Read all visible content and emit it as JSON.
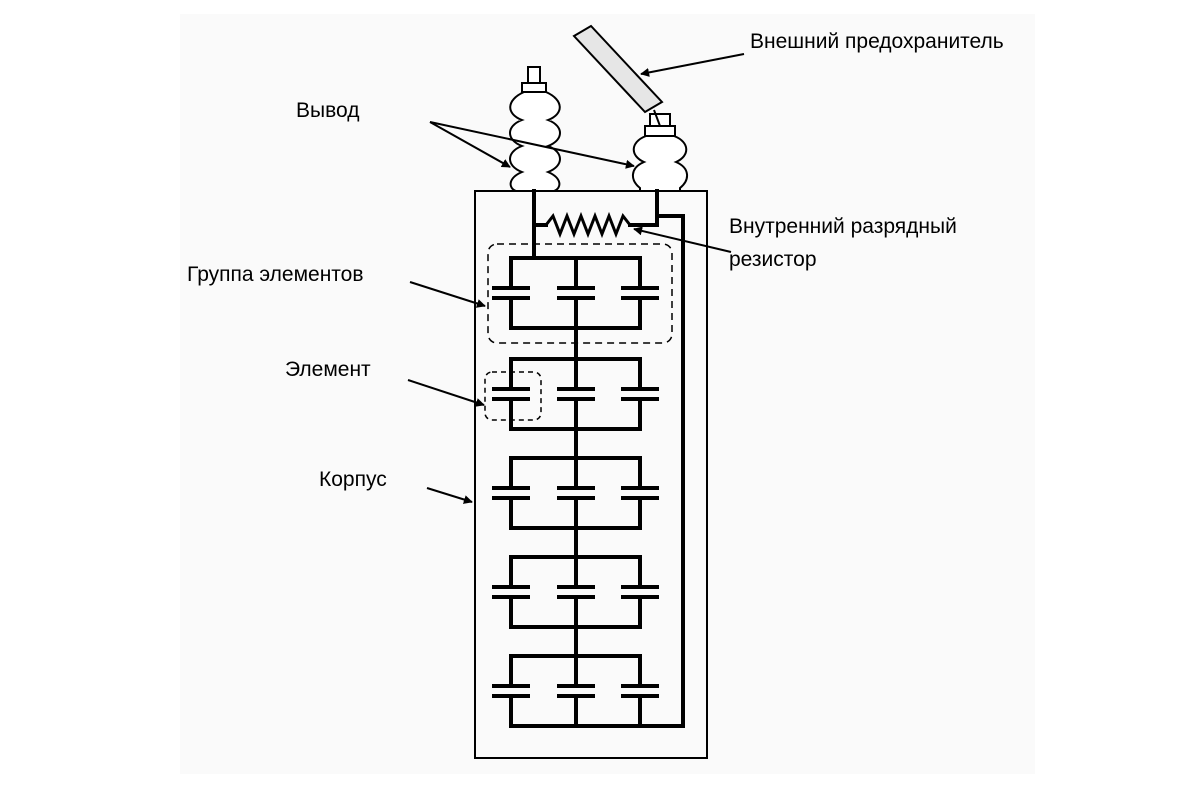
{
  "labels": {
    "external_fuse": "Внешний предохранитель",
    "terminal": "Вывод",
    "discharge_resistor_line1": "Внутренний разрядный",
    "discharge_resistor_line2": "резистор",
    "element_group": "Группа элементов",
    "element": "Элемент",
    "housing": "Корпус"
  },
  "structure": {
    "series_groups": 5,
    "elements_per_group": 3
  },
  "colors": {
    "line": "#000000",
    "fuse_fill": "#e6e6e6",
    "background": "#fafafa"
  }
}
